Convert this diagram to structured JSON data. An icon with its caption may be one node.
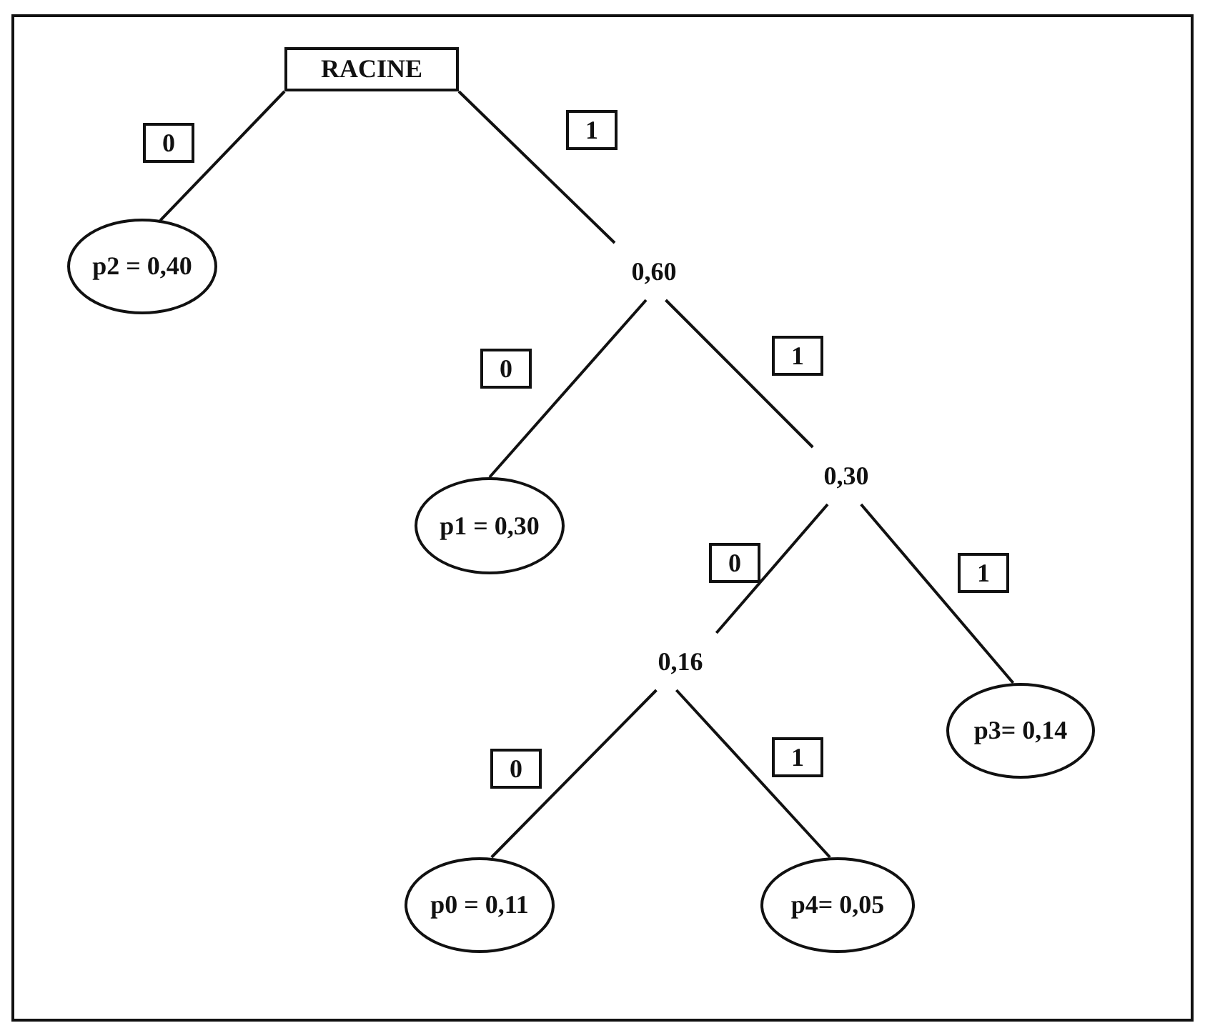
{
  "diagram": {
    "nodes": [
      {
        "text": [
          "RACINE"
        ]
      },
      {
        "text": [
          "p2 = 0,40"
        ]
      },
      {
        "text": [
          "0,60"
        ]
      },
      {
        "text": [
          "p1 = 0,30"
        ]
      },
      {
        "text": [
          "0,30"
        ]
      },
      {
        "text": [
          "0,16"
        ]
      },
      {
        "text": [
          "p3= 0,14"
        ]
      },
      {
        "text": [
          "p0 = 0,11"
        ]
      },
      {
        "text": [
          "p4= 0,05"
        ]
      }
    ],
    "edges": [
      {
        "from": 0,
        "to": 1,
        "arrow": "none",
        "label": "0"
      },
      {
        "from": 0,
        "to": 2,
        "arrow": "none",
        "label": "1"
      },
      {
        "from": 2,
        "to": 3,
        "arrow": "none",
        "label": "0"
      },
      {
        "from": 2,
        "to": 4,
        "arrow": "none",
        "label": "1"
      },
      {
        "from": 4,
        "to": 5,
        "arrow": "none",
        "label": "0"
      },
      {
        "from": 4,
        "to": 6,
        "arrow": "none",
        "label": "1"
      },
      {
        "from": 5,
        "to": 7,
        "arrow": "none",
        "label": "0"
      },
      {
        "from": 5,
        "to": 8,
        "arrow": "none",
        "label": "1"
      }
    ]
  }
}
